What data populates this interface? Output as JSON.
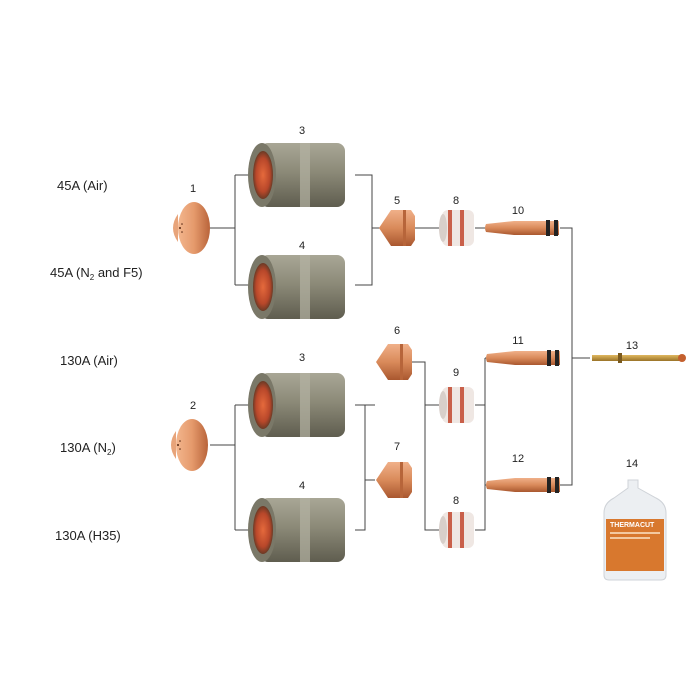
{
  "rows": [
    {
      "label_main": "45A (Air)",
      "label_sub": "",
      "label_tail": ""
    },
    {
      "label_main": "45A (N",
      "label_sub": "2",
      "label_tail": " and F5)"
    },
    {
      "label_main": "130A (Air)",
      "label_sub": "",
      "label_tail": ""
    },
    {
      "label_main": "130A (N",
      "label_sub": "2",
      "label_tail": ")"
    },
    {
      "label_main": "130A (H35)",
      "label_sub": "",
      "label_tail": ""
    }
  ],
  "parts": {
    "p1": "1",
    "p2": "2",
    "p3a": "3",
    "p4a": "4",
    "p3b": "3",
    "p4b": "4",
    "p5": "5",
    "p6": "6",
    "p7": "7",
    "p8a": "8",
    "p8b": "8",
    "p9": "9",
    "p10": "10",
    "p11": "11",
    "p12": "12",
    "p13": "13",
    "p14": "14"
  },
  "jug": {
    "brand": "THERMACUT"
  },
  "colors": {
    "copper": "#d98a5a",
    "cap": "#8c8a78",
    "line": "#444444"
  }
}
